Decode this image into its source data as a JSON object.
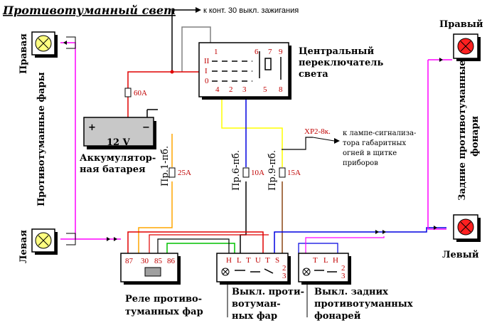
{
  "title": "Противотуманный свет",
  "ignition_note": "к конт. 30 выкл. зажигания",
  "central_switch": {
    "label_lines": [
      "Центральный",
      "переключатель",
      "света"
    ],
    "terminals_top": [
      "1",
      "6",
      "7",
      "9"
    ],
    "positions": [
      "II",
      "I",
      "0"
    ],
    "terminals_bottom": [
      "4",
      "2",
      "3",
      "5",
      "8"
    ]
  },
  "battery": {
    "voltage": "12 V",
    "plus": "+",
    "minus": "−",
    "label_lines": [
      "Аккумулятор-",
      "ная батарея"
    ]
  },
  "fuses": [
    {
      "name": "60A"
    },
    {
      "id": "Пр.1-пб.",
      "name": "25A"
    },
    {
      "id": "Пр.6-пб.",
      "name": "10A"
    },
    {
      "id": "Пр.9-пб.",
      "name": "15A"
    }
  ],
  "connector": {
    "name": "ХР2-8к.",
    "note_lines": [
      "к лампе-сигнализа-",
      "тора габаритных",
      "огней в щитке",
      "приборов"
    ]
  },
  "front_lamps": {
    "group_label": "Противотуманные фары",
    "right": "Правая",
    "left": "Левая"
  },
  "rear_lamps": {
    "group_label_lines": [
      "Задние противотуманные",
      "фонари"
    ],
    "right": "Правый",
    "left": "Левый"
  },
  "relay": {
    "pins": [
      "87",
      "30",
      "85",
      "86"
    ],
    "label_lines": [
      "Реле противо-",
      "туманных фар"
    ]
  },
  "front_switch": {
    "pins": [
      "H",
      "L",
      "T",
      "U",
      "T",
      "S"
    ],
    "side": [
      "2",
      "3"
    ],
    "label_lines": [
      "Выкл. проти-",
      "вотуман-",
      "ных фар"
    ]
  },
  "rear_switch": {
    "pins": [
      "T",
      "L",
      "H"
    ],
    "side": [
      "2",
      "3"
    ],
    "label_lines": [
      "Выкл. задних",
      "противотуманных",
      "фонарей"
    ]
  },
  "colors": {
    "red": "#e00000",
    "pink": "#ff00ff",
    "blue": "#0000e0",
    "yellow": "#ffff00",
    "brown": "#8b4513",
    "orange": "#ffa500",
    "green": "#00c000",
    "gray": "#808080",
    "lamp_on": "#ffff80",
    "lamp_red": "#ff2020"
  }
}
